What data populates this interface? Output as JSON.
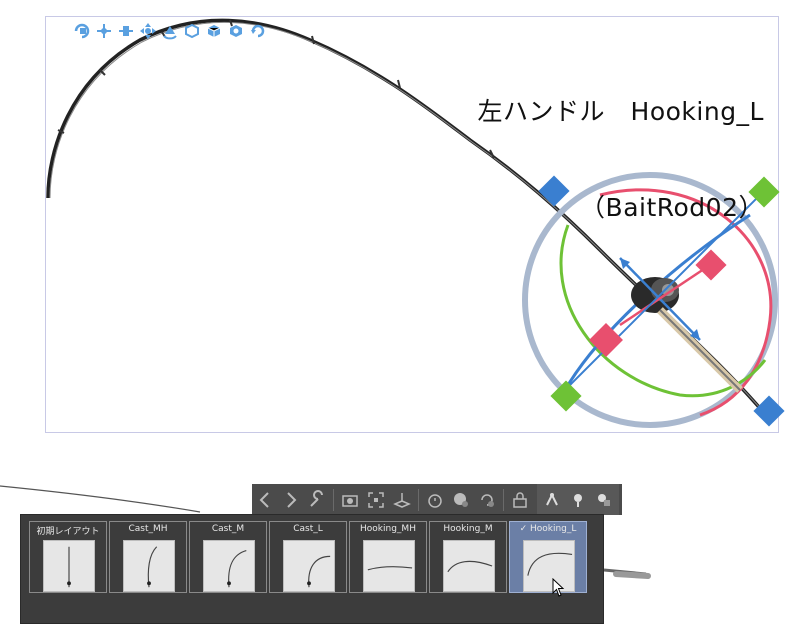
{
  "caption": {
    "line1": "左ハンドル　Hooking_L",
    "line2": "（BaitRod02）"
  },
  "toolbar_icons": [
    "chevron-left-icon",
    "chevron-right-icon",
    "wrench-icon",
    "camera-icon",
    "fit-view-icon",
    "ground-icon",
    "timer-icon",
    "save-pose-icon",
    "reset-pose-icon",
    "lock-icon",
    "bone-icon",
    "bone-alt-icon",
    "bone-group-icon"
  ],
  "pose_presets": [
    {
      "label": "初期レイアウト",
      "selected": false
    },
    {
      "label": "Cast_MH",
      "selected": false
    },
    {
      "label": "Cast_M",
      "selected": false
    },
    {
      "label": "Cast_L",
      "selected": false
    },
    {
      "label": "Hooking_MH",
      "selected": false
    },
    {
      "label": "Hooking_M",
      "selected": false
    },
    {
      "label": "✓ Hooking_L",
      "selected": true
    }
  ],
  "colors": {
    "gizmo_ring": "#a9b8ce",
    "axis_red": "#e84f6e",
    "axis_green": "#6ec236",
    "axis_blue": "#3a7fd0",
    "tool_icon": "#5aa0e0",
    "panel_bg": "#3c3c3c",
    "toolbar_bg": "#4b4b4b",
    "selected_bg": "#6b7fa6"
  }
}
